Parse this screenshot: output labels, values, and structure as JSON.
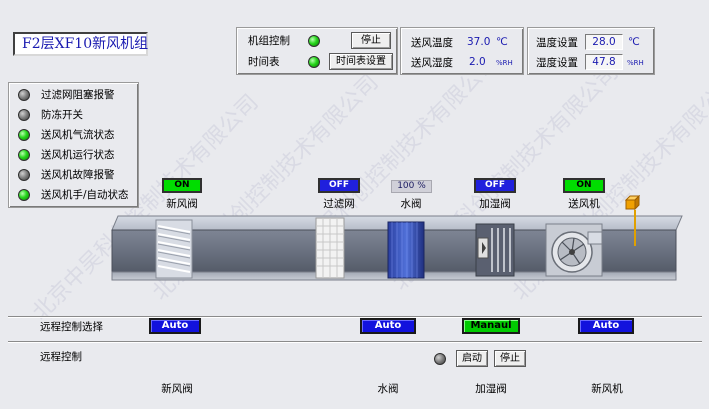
{
  "title": "F2层XF10新风机组",
  "unit_control": {
    "unit_label": "机组控制",
    "unit_status": "green",
    "stop_btn": "停止",
    "schedule_label": "时间表",
    "schedule_status": "green",
    "schedule_btn": "时间表设置"
  },
  "supply_readings": {
    "temp_label": "送风温度",
    "temp_value": "37.0",
    "temp_unit": "℃",
    "hum_label": "送风湿度",
    "hum_value": "2.0",
    "hum_unit": "%RH"
  },
  "setpoints": {
    "temp_label": "温度设置",
    "temp_value": "28.0",
    "temp_unit": "℃",
    "hum_label": "湿度设置",
    "hum_value": "47.8",
    "hum_unit": "%RH"
  },
  "alarms": [
    {
      "label": "过滤网阻塞报警",
      "status": "gray"
    },
    {
      "label": "防冻开关",
      "status": "gray"
    },
    {
      "label": "送风机气流状态",
      "status": "green"
    },
    {
      "label": "送风机运行状态",
      "status": "green"
    },
    {
      "label": "送风机故障报警",
      "status": "gray"
    },
    {
      "label": "送风机手/自动状态",
      "status": "green"
    }
  ],
  "devices": {
    "fresh_air_valve": {
      "label": "新风阀",
      "state": "ON"
    },
    "filter": {
      "label": "过滤网",
      "state": "OFF"
    },
    "water_valve": {
      "label": "水阀",
      "value": "100 %"
    },
    "humidifier_valve": {
      "label": "加湿阀",
      "state": "OFF"
    },
    "supply_fan": {
      "label": "送风机",
      "state": "ON"
    }
  },
  "remote_select": {
    "label": "远程控制选择",
    "fresh_air_mode": "Auto",
    "water_valve_mode": "Auto",
    "humidifier_mode": "Manaul",
    "fan_mode": "Auto"
  },
  "remote_control": {
    "label": "远程控制",
    "status": "gray",
    "start_btn": "启动",
    "stop_btn": "停止"
  },
  "bottom_labels": {
    "fresh_air_valve": "新风阀",
    "water_valve": "水阀",
    "humidifier_valve": "加湿阀",
    "fan": "新风机"
  },
  "watermark": "北京中吴科创控制技术有限公司",
  "colors": {
    "background": "#e9eaee",
    "accent_blue": "#1a1ab0",
    "on_green": "#00dd00",
    "off_blue": "#2020dd"
  }
}
